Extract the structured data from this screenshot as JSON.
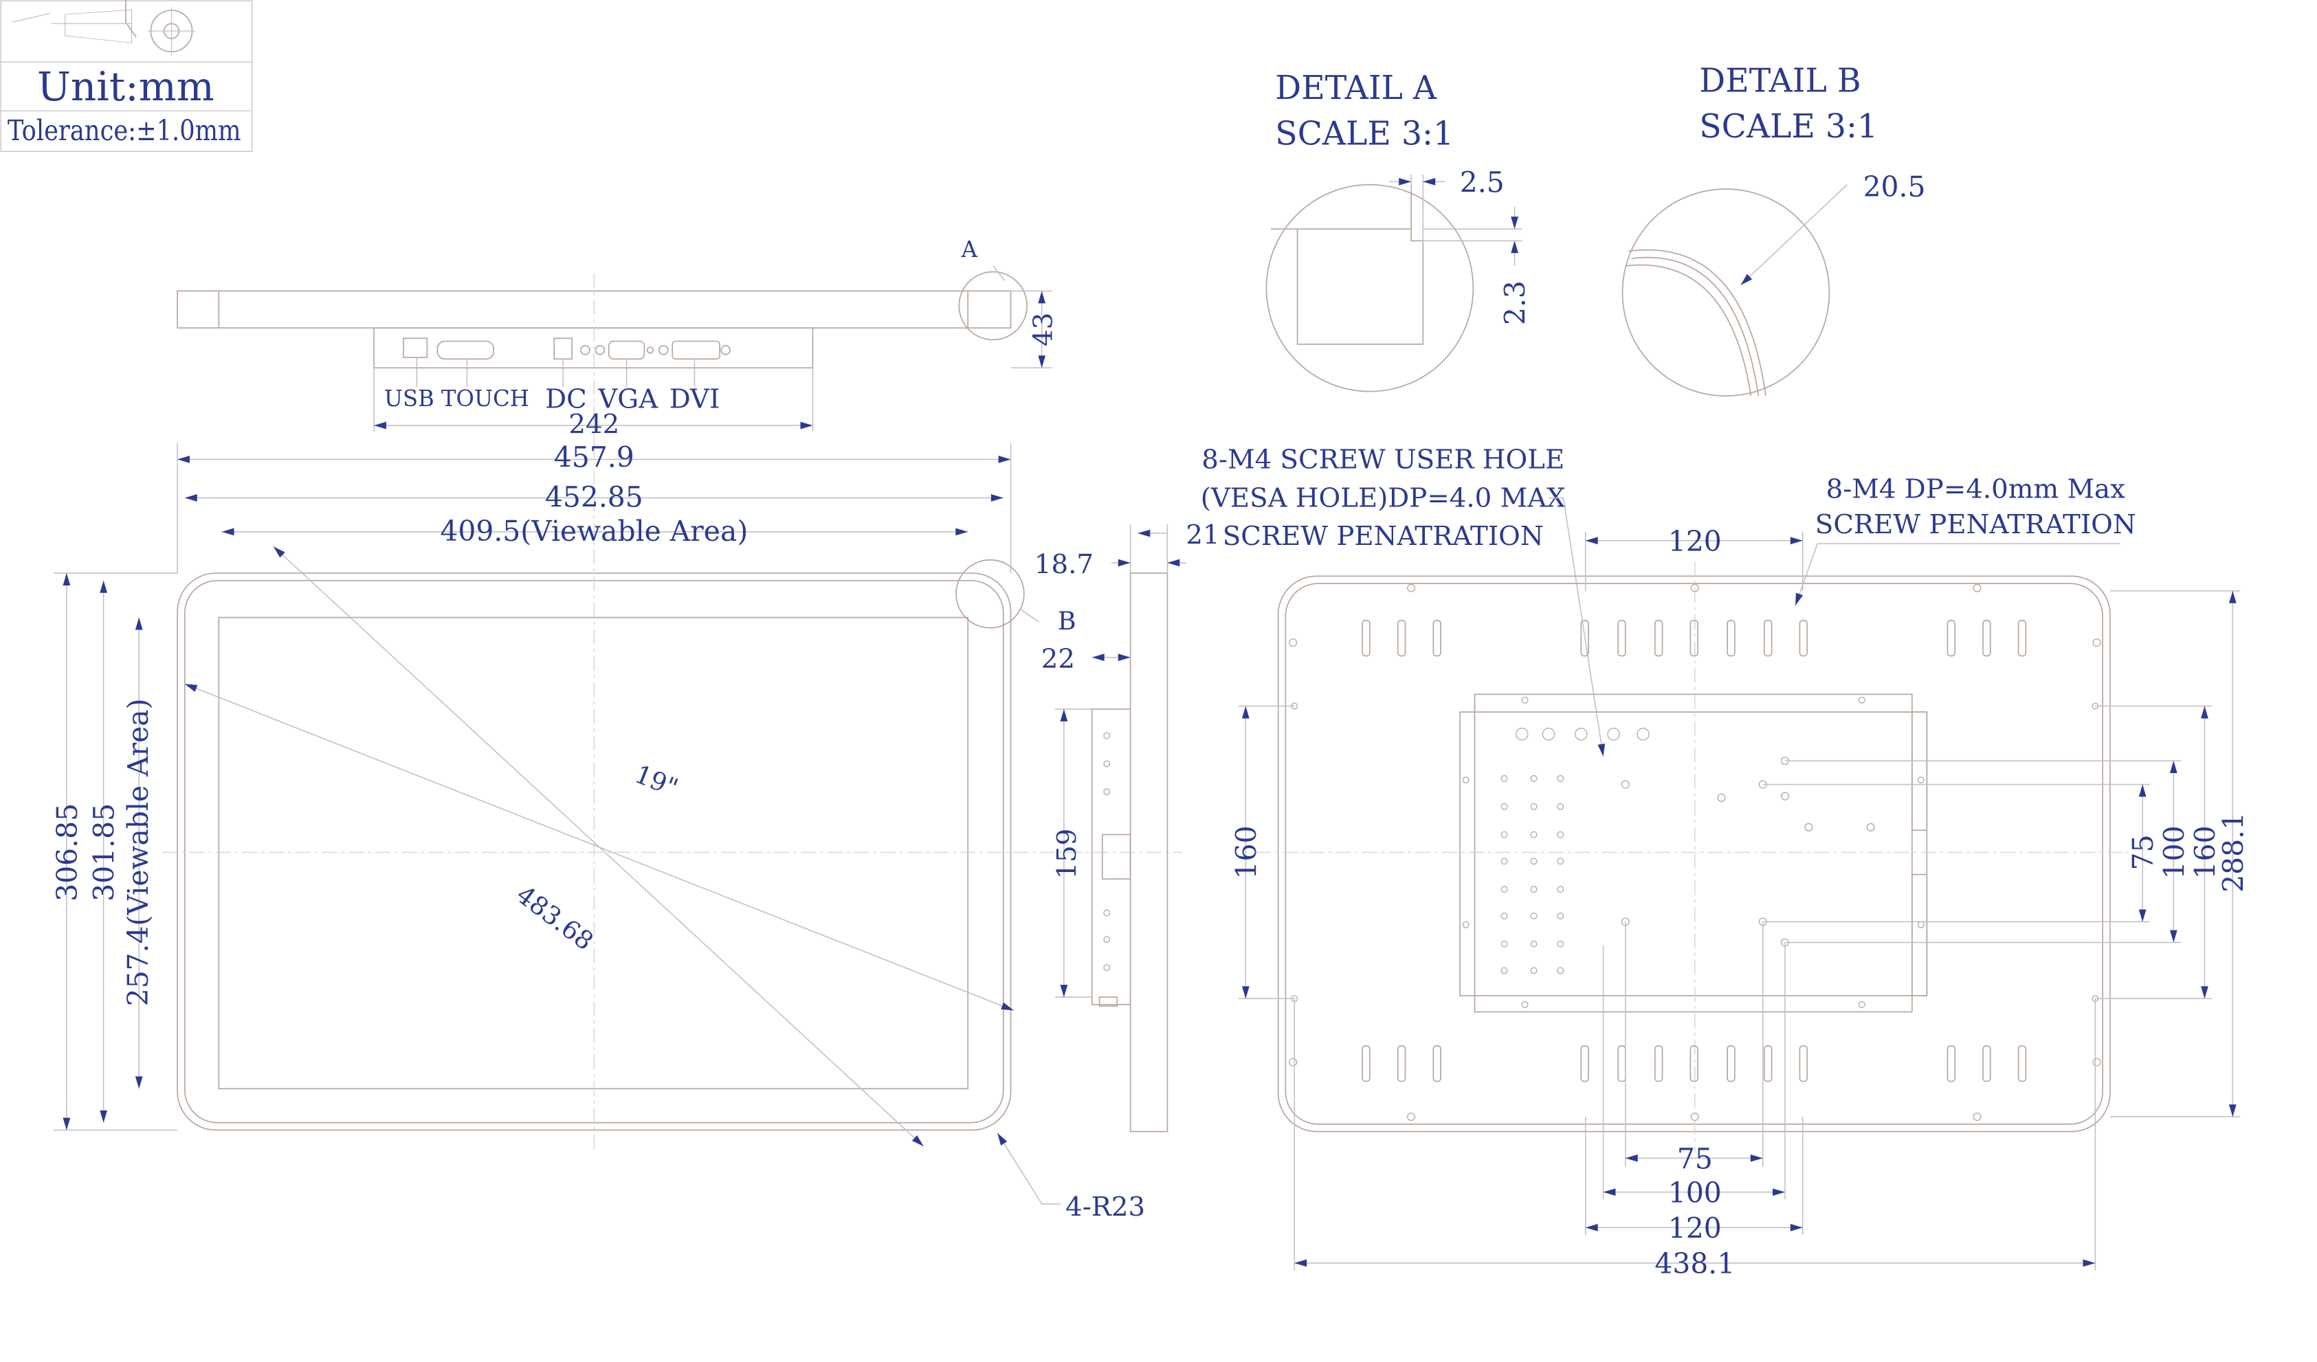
{
  "title_block": {
    "unit": "Unit:mm",
    "tolerance": "Tolerance:±1.0mm"
  },
  "top_view": {
    "connectors": {
      "usb_touch": "USB TOUCH",
      "dc": "DC",
      "vga": "VGA",
      "dvi": "DVI"
    },
    "dim_connector_width": "242",
    "dim_depth": "43",
    "detail_a_marker": "A"
  },
  "front_view": {
    "dim_width_outer": "457.9",
    "dim_width_inner": "452.85",
    "dim_width_viewable": "409.5(Viewable Area)",
    "dim_height_outer": "306.85",
    "dim_height_inner": "301.85",
    "dim_height_viewable": "257.4(Viewable Area)",
    "diagonal_size": "19\"",
    "diagonal_length": "483.68",
    "corner_radius": "4-R23",
    "detail_b_marker": "B"
  },
  "side_view": {
    "dim_18_7": "18.7",
    "dim_21": "21",
    "dim_22": "22",
    "dim_159": "159"
  },
  "detail_a": {
    "title": "DETAIL A",
    "scale": "SCALE 3:1",
    "dim_2_5": "2.5",
    "dim_2_3": "2.3"
  },
  "detail_b": {
    "title": "DETAIL B",
    "scale": "SCALE 3:1",
    "dim_20_5": "20.5"
  },
  "back_view": {
    "vesa_note": [
      "8-M4 SCREW USER HOLE",
      "(VESA HOLE)DP=4.0 MAX",
      "SCREW PENATRATION"
    ],
    "m4_note": [
      "8-M4 DP=4.0mm Max",
      "SCREW PENATRATION"
    ],
    "dim_top_120": "120",
    "dim_left_160": "160",
    "dim_right": [
      "75",
      "100",
      "160",
      "288.1"
    ],
    "dim_bottom": [
      "75",
      "100",
      "120",
      "438.1"
    ]
  },
  "colors": {
    "text": "#2b3a8f",
    "lines": "#b8a8a0"
  }
}
